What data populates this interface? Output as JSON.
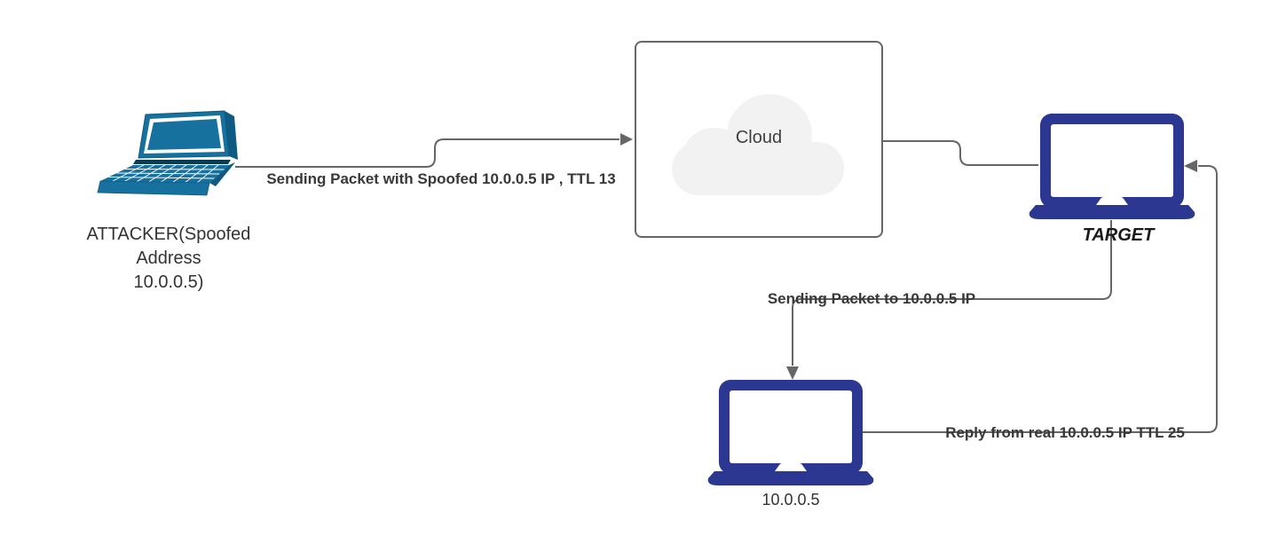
{
  "nodes": {
    "attacker": {
      "label": "ATTACKER(Spoofed\nAddress\n10.0.0.5)",
      "icon": "laptop-perspective-icon",
      "color": "#16719E"
    },
    "cloud": {
      "label": "Cloud",
      "icon": "cloud-icon",
      "fill": "#F2F2F2",
      "border": "#666666"
    },
    "target": {
      "label": "TARGET",
      "icon": "laptop-icon",
      "color": "#2C3792"
    },
    "real_host": {
      "label": "10.0.0.5",
      "icon": "laptop-icon",
      "color": "#2C3792"
    }
  },
  "edges": [
    {
      "from": "attacker",
      "to": "cloud",
      "label": "Sending Packet with Spoofed 10.0.0.5 IP , TTL 13"
    },
    {
      "from": "cloud",
      "to": "target",
      "label": ""
    },
    {
      "from": "target",
      "to": "real_host",
      "label": "Sending Packet to 10.0.0.5 IP"
    },
    {
      "from": "real_host",
      "to": "target",
      "label": "Reply from real 10.0.0.5 IP TTL 25"
    }
  ],
  "colors": {
    "wire": "#666666",
    "label_text": "#383838",
    "background": "#FFFFFF"
  }
}
